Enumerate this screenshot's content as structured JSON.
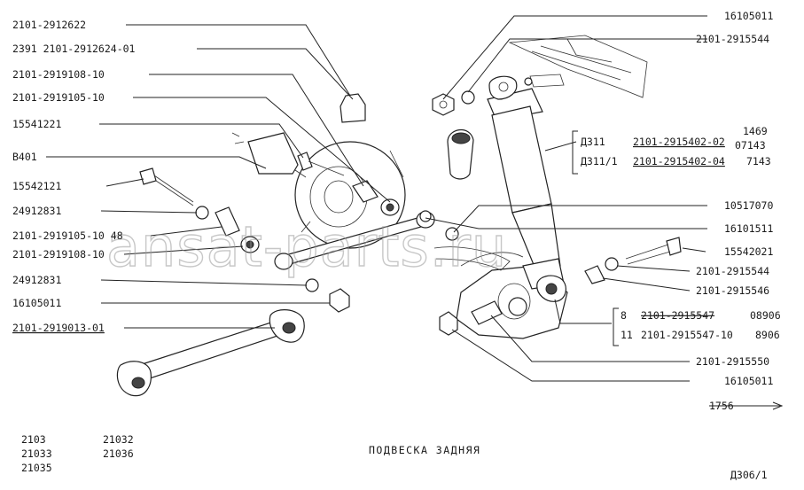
{
  "labels_left": [
    "2101-2912622",
    "2391 2101-2912624-01",
    "2101-2919108-10",
    "2101-2919105-10",
    "15541221",
    "B401",
    "15542121",
    "24912831",
    "2101-2919105-10 48",
    "2101-2919108-10",
    "24912831",
    "16105011",
    "2101-2919013-01"
  ],
  "labels_right": [
    "16105011",
    "2101-2915544",
    "10517070",
    "16101511",
    "15542021",
    "2101-2915544",
    "2101-2915546",
    "2101-2915550",
    "16105011"
  ],
  "shock_table": {
    "rows": [
      {
        "variant": "Д311",
        "part": "2101-2915402-02",
        "number": "1469"
      },
      {
        "variant": "",
        "part": "",
        "number": "07143"
      },
      {
        "variant": "Д311/1",
        "part": "2101-2915402-04",
        "number": "7143"
      }
    ]
  },
  "bushing_table": {
    "rows": [
      {
        "qty": "8",
        "part": "2101-2915547",
        "number": "08906"
      },
      {
        "qty": "11",
        "part": "2101-2915547-10",
        "number": "8906"
      }
    ]
  },
  "page_ref": "1756",
  "models_col1": [
    "2103",
    "21033",
    "21035"
  ],
  "models_col2": [
    "21032",
    "21036"
  ],
  "title": "ПОДВЕСКА ЗАДНЯЯ",
  "drawing_code": "Д306/1",
  "watermark": "ansat-parts.ru"
}
